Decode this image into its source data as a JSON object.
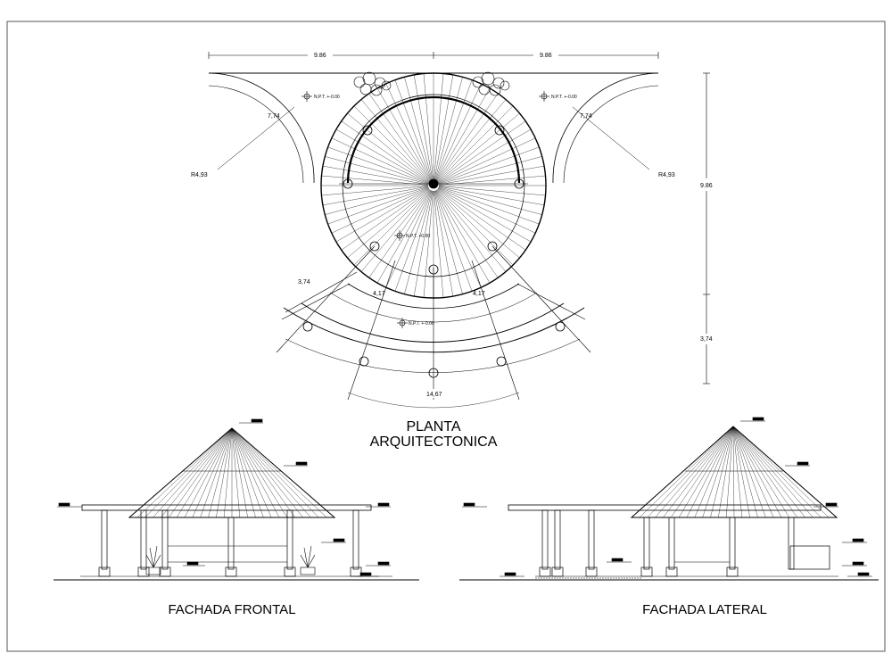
{
  "plan": {
    "title_line1": "PLANTA",
    "title_line2": "ARQUITECTONICA",
    "dim_top_left": "9.86",
    "dim_top_right": "9.86",
    "dim_right_total": "9.86",
    "dim_right_lower": "3,74",
    "dim_left_lower": "3,74",
    "arc_left": "7,74",
    "arc_right": "7,74",
    "radius_left": "R4,93",
    "radius_right": "R4,93",
    "arc_inner_left": "4,17",
    "arc_inner_right": "4,17",
    "arc_bottom": "14,67",
    "level_left": "N.P.T. +-0.00",
    "level_right": "N.P.T. +-0.00",
    "level_center": "N.P.T. +0.00",
    "level_lower": "N.P.T. +-0.00"
  },
  "elevations": {
    "front_title": "FACHADA FRONTAL",
    "side_title": "FACHADA LATERAL"
  }
}
